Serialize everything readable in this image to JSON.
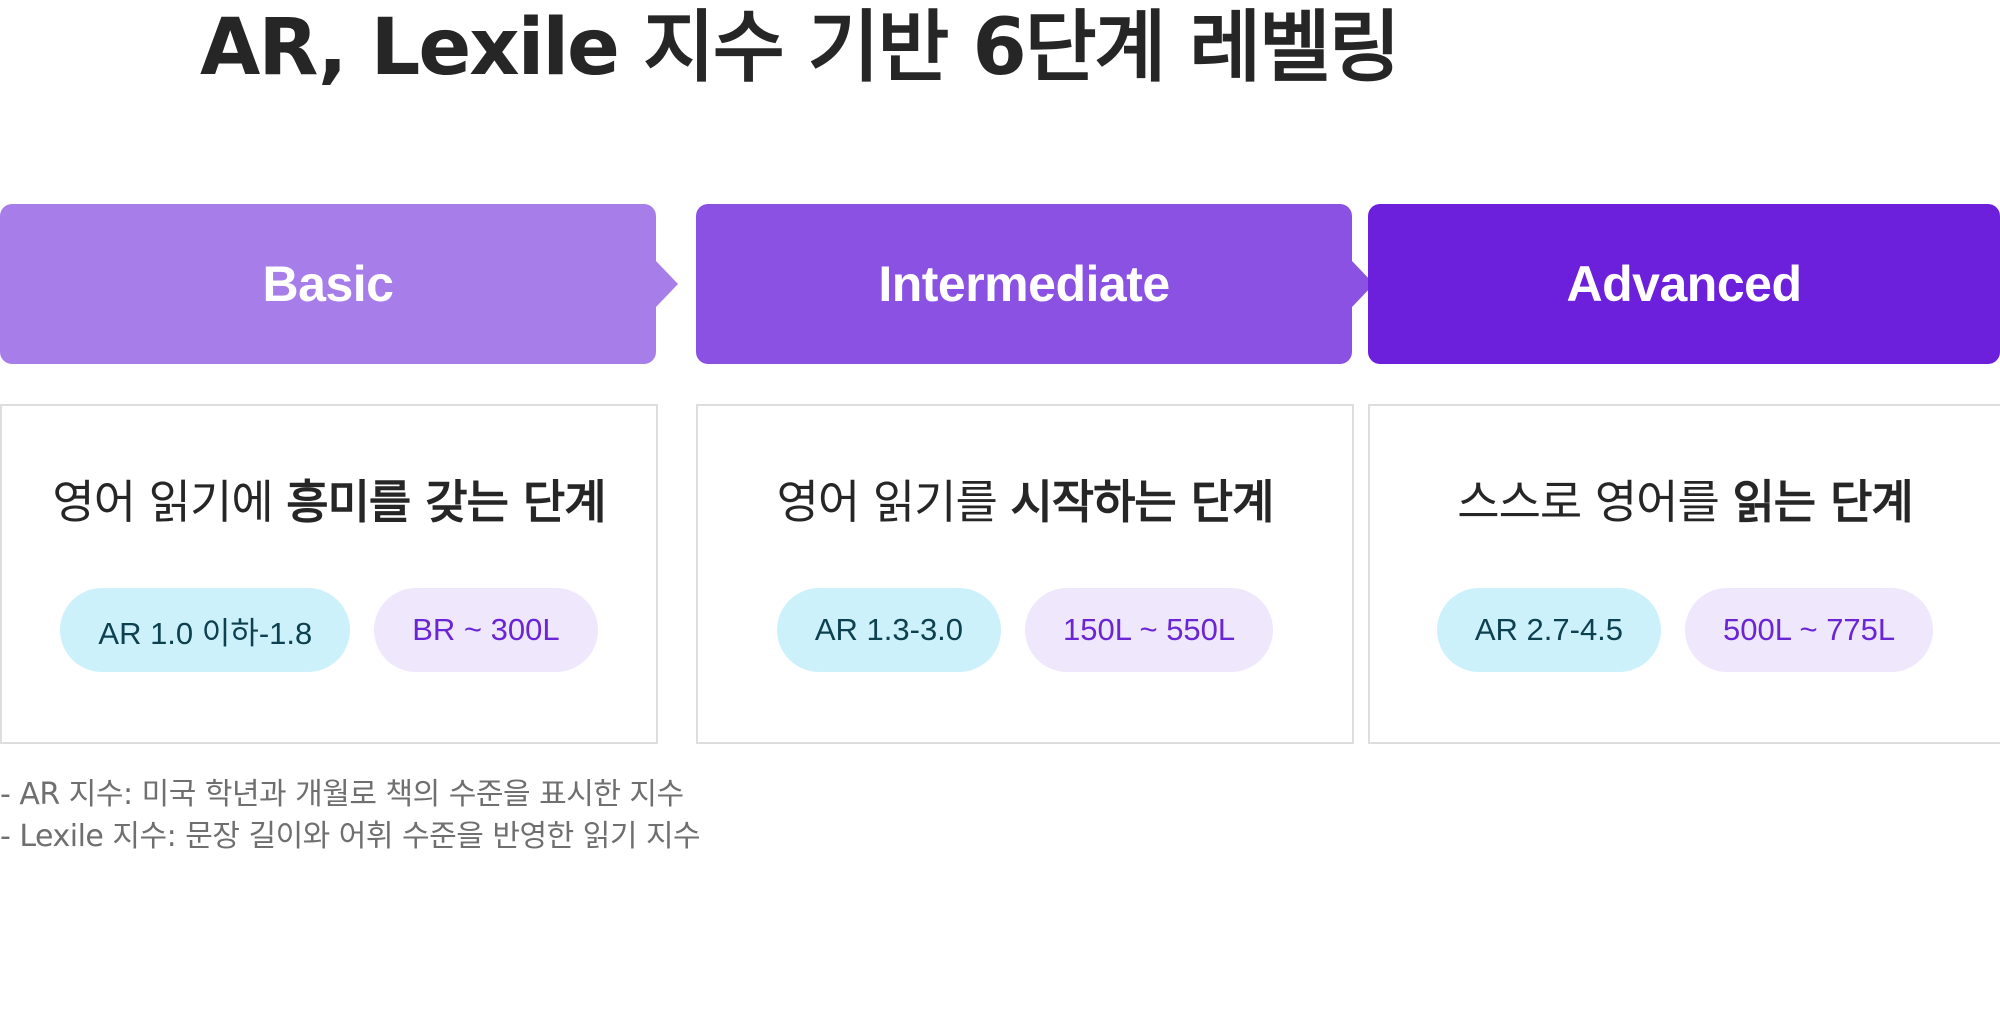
{
  "title": "AR, Lexile 지수 기반 6단계 레벨링",
  "colors": {
    "basic": "#a77ee9",
    "intermediate": "#8a51e2",
    "advanced": "#6d20db",
    "ar_pill_bg": "#cdf1fb",
    "lexile_pill_bg": "#efe7fb"
  },
  "levels": [
    {
      "label": "Basic",
      "desc_plain": "영어 읽기에 ",
      "desc_bold": "흥미를 갖는 단계",
      "ar": "AR 1.0 이하-1.8",
      "lexile": "BR ~ 300L"
    },
    {
      "label": "Intermediate",
      "desc_plain": "영어 읽기를 ",
      "desc_bold": "시작하는 단계",
      "ar": "AR 1.3-3.0",
      "lexile": "150L ~ 550L"
    },
    {
      "label": "Advanced",
      "desc_plain": "스스로 영어를 ",
      "desc_bold": "읽는 단계",
      "ar": "AR 2.7-4.5",
      "lexile": "500L ~ 775L"
    }
  ],
  "notes": [
    "- AR 지수: 미국 학년과 개월로 책의 수준을 표시한 지수",
    "- Lexile 지수: 문장 길이와 어휘 수준을 반영한 읽기 지수"
  ]
}
